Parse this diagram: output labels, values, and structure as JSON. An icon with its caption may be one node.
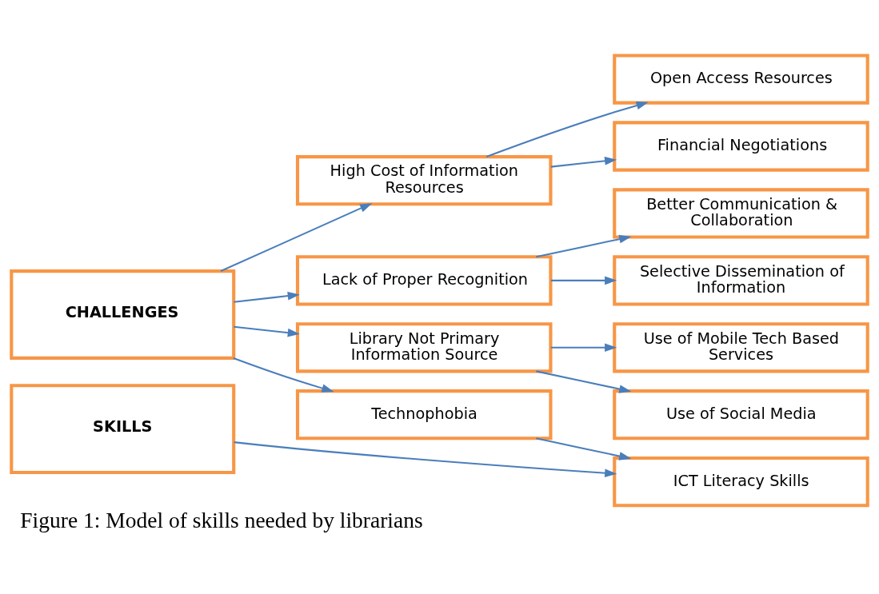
{
  "diagram": {
    "caption": "Figure 1: Model of skills needed by librarians",
    "nodes": [
      {
        "text": [
          "CHALLENGES"
        ]
      },
      {
        "text": [
          "SKILLS"
        ]
      },
      {
        "text": [
          "High Cost of Information Resources"
        ]
      },
      {
        "text": [
          "Open Access Resources"
        ]
      },
      {
        "text": [
          "Financial Negotiations"
        ]
      },
      {
        "text": [
          "Lack of Proper Recognition"
        ]
      },
      {
        "text": [
          "Better Communication & Collaboration"
        ]
      },
      {
        "text": [
          "Selective Dissemination of Information"
        ]
      },
      {
        "text": [
          "Library Not Primary Information Source"
        ]
      },
      {
        "text": [
          "Use of Mobile Tech Based Services"
        ]
      },
      {
        "text": [
          "Use of Social Media"
        ]
      },
      {
        "text": [
          "Technophobia"
        ]
      },
      {
        "text": [
          "ICT Literacy Skills"
        ]
      }
    ],
    "edges": [
      {
        "from": 0,
        "to": 2,
        "arrow": "to"
      },
      {
        "from": 0,
        "to": 5,
        "arrow": "to"
      },
      {
        "from": 0,
        "to": 8,
        "arrow": "to"
      },
      {
        "from": 0,
        "to": 11,
        "arrow": "to"
      },
      {
        "from": 2,
        "to": 3,
        "arrow": "to"
      },
      {
        "from": 2,
        "to": 4,
        "arrow": "to"
      },
      {
        "from": 5,
        "to": 6,
        "arrow": "to"
      },
      {
        "from": 5,
        "to": 7,
        "arrow": "to"
      },
      {
        "from": 8,
        "to": 9,
        "arrow": "to"
      },
      {
        "from": 8,
        "to": 10,
        "arrow": "to"
      },
      {
        "from": 11,
        "to": 12,
        "arrow": "to"
      },
      {
        "from": 1,
        "to": 12,
        "arrow": "to"
      }
    ]
  }
}
